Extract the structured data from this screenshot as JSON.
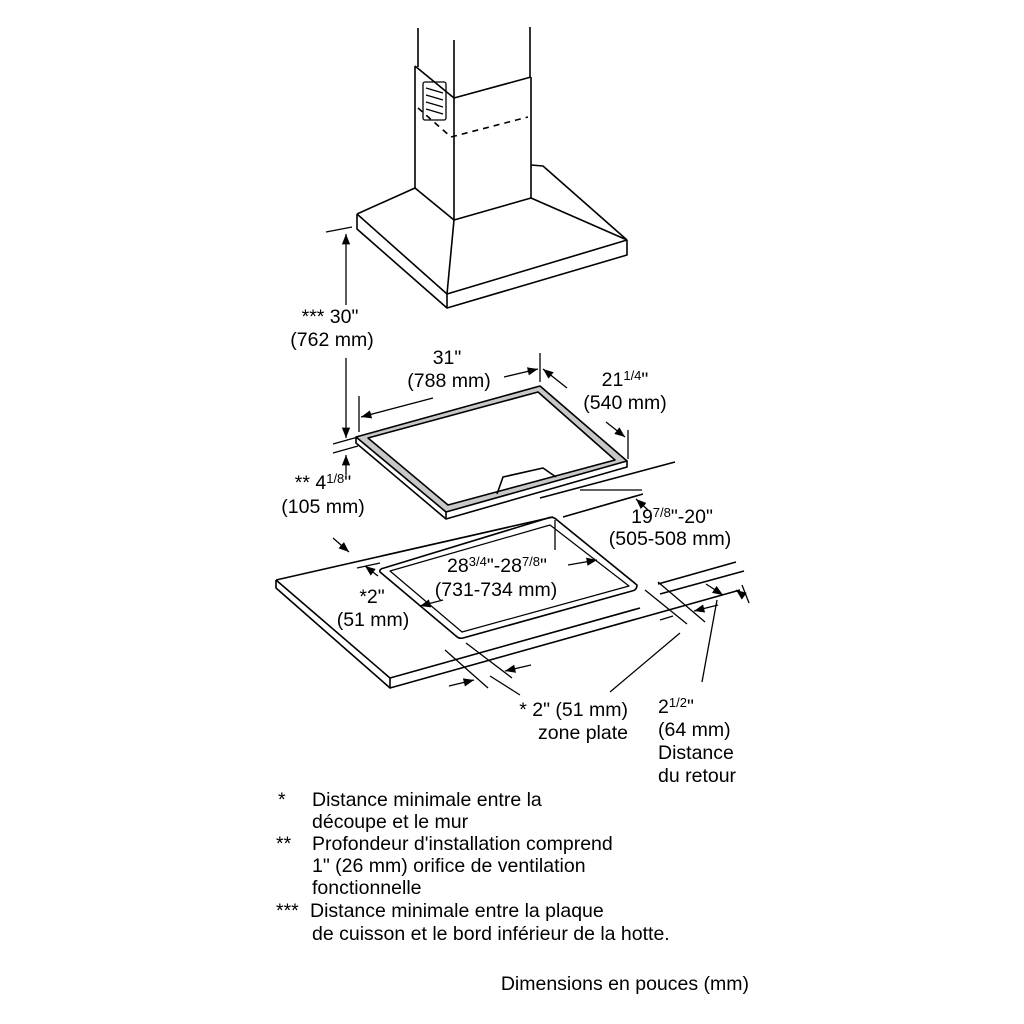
{
  "labels": {
    "hood_height": {
      "prefix": "*** 30\"",
      "metric": "(762 mm)"
    },
    "width": {
      "imperial": "31\"",
      "metric": "(788 mm)"
    },
    "depth": {
      "whole": "21",
      "frac": "1/4",
      "suffix": "\"",
      "metric": "(540 mm)"
    },
    "install_depth": {
      "prefix": "** 4",
      "frac": "1/8",
      "suffix": "\"",
      "metric": "(105 mm)"
    },
    "cutout_depth": {
      "whole": "19",
      "frac": "7/8",
      "mid": "\"-20\"",
      "metric": "(505-508 mm)"
    },
    "cutout_width": {
      "whole1": "28",
      "frac1": "3/4",
      "mid": "\"-28",
      "frac2": "7/8",
      "suffix": "\"",
      "metric": "(731-734 mm)"
    },
    "wall_clearance": {
      "imperial": "*2\"",
      "metric": "(51 mm)"
    },
    "flat_zone": {
      "imperial": "* 2\" (51 mm)",
      "text": "zone plate"
    },
    "backsplash": {
      "whole": "2",
      "frac": "1/2",
      "suffix": "\"",
      "metric": "(64 mm)",
      "line1": "Distance",
      "line2": "du retour"
    }
  },
  "footnotes": [
    {
      "mark": "*",
      "lines": [
        "Distance minimale entre la",
        "découpe et le mur"
      ]
    },
    {
      "mark": "**",
      "lines": [
        "Profondeur d'installation comprend",
        "1\" (26 mm) orifice de ventilation",
        "fonctionnelle"
      ]
    },
    {
      "mark": "***",
      "lines": [
        "Distance minimale entre la plaque",
        "de cuisson et le bord inférieur de la hotte."
      ]
    }
  ],
  "units_note": "Dimensions en pouces (mm)",
  "colors": {
    "line": "#000000",
    "frame": "#c8c8c8"
  }
}
